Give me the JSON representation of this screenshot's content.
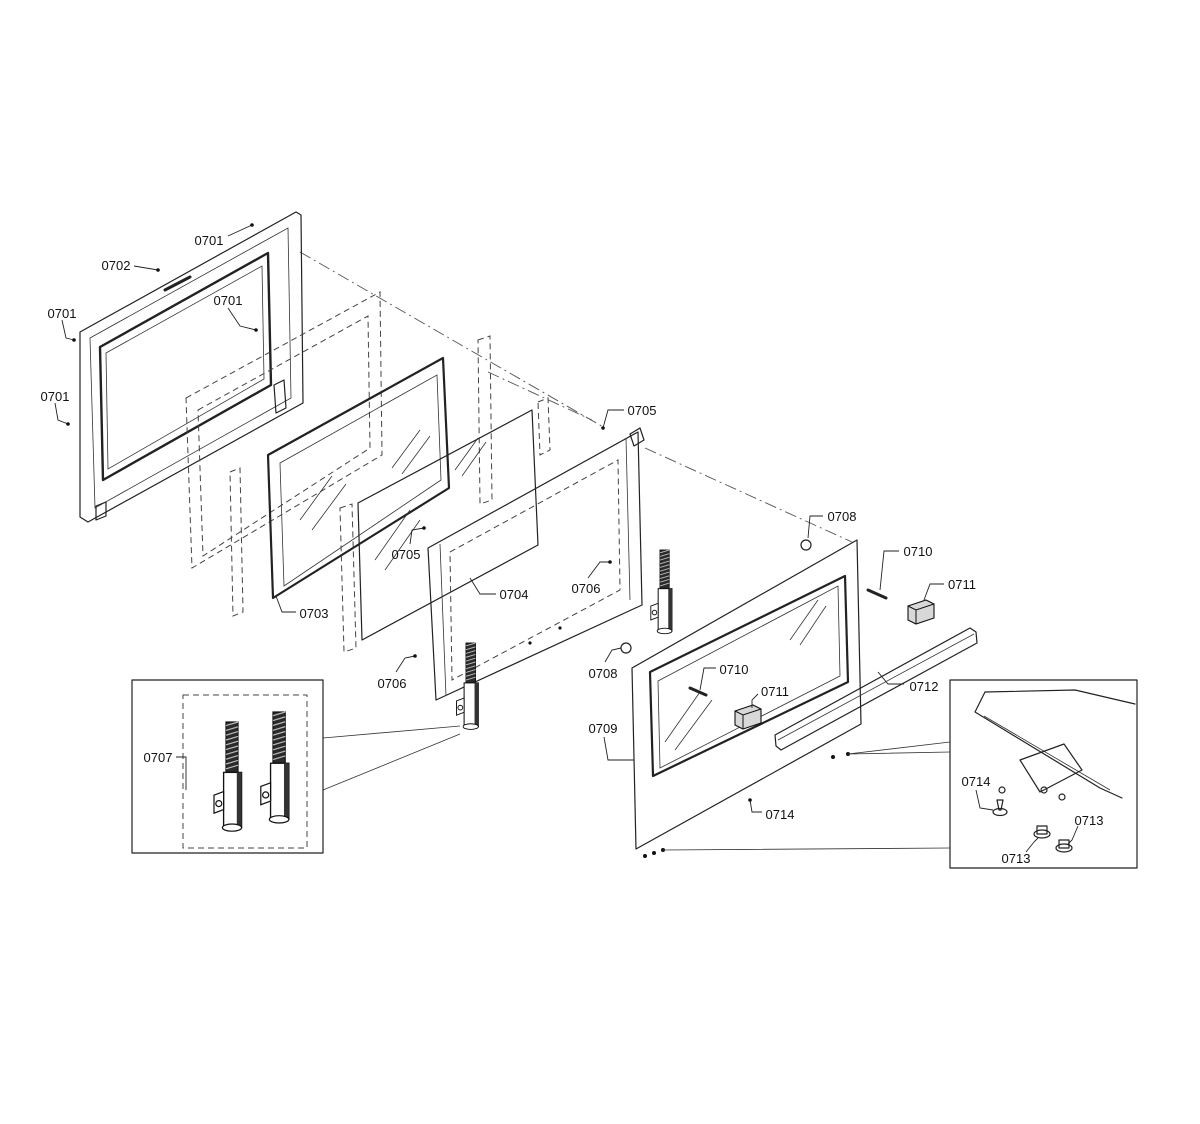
{
  "callouts": [
    "0701",
    "0702",
    "0701",
    "0701",
    "0701",
    "0705",
    "0708",
    "0705",
    "0710",
    "0706",
    "0711",
    "0704",
    "0703",
    "0708",
    "0710",
    "0711",
    "0706",
    "0712",
    "0709",
    "0707",
    "0714",
    "0714",
    "0713",
    "0713"
  ],
  "colors": {
    "line": "#222222",
    "background": "#ffffff"
  }
}
